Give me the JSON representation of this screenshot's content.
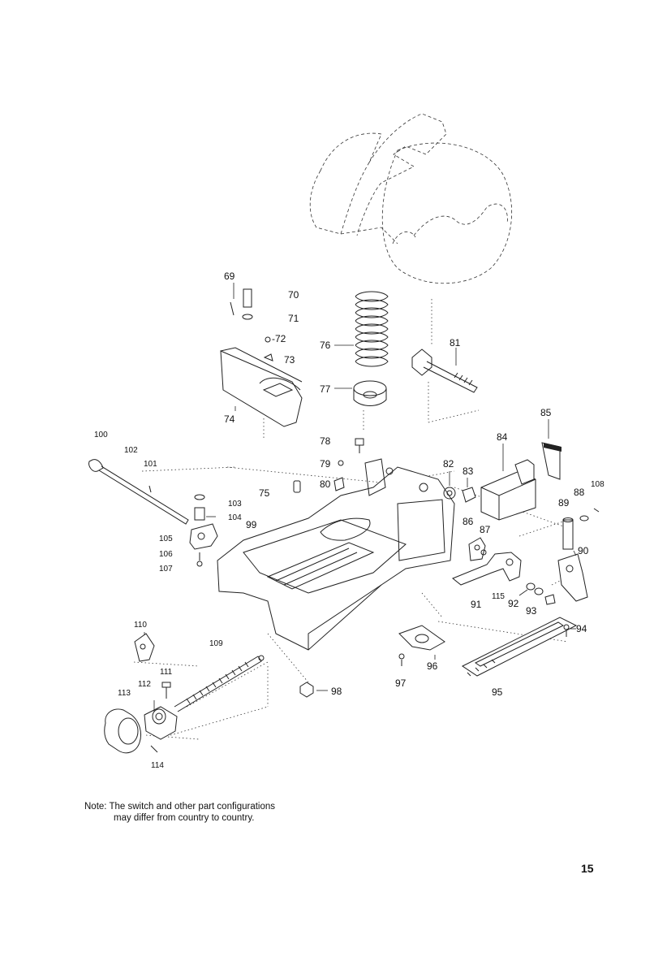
{
  "labels": {
    "l69": "69",
    "l70": "70",
    "l71": "71",
    "l72": "-72",
    "l73": "73",
    "l74": "74",
    "l75": "75",
    "l76": "76",
    "l77": "77",
    "l78": "78",
    "l79": "79",
    "l80": "80",
    "l81": "81",
    "l82": "82",
    "l83": "83",
    "l84": "84",
    "l85": "85",
    "l86": "86",
    "l87": "87",
    "l88": "88",
    "l89": "89",
    "l90": "90",
    "l91": "91",
    "l92": "92",
    "l93": "93",
    "l94": "94",
    "l95": "95",
    "l96": "96",
    "l97": "97",
    "l98": "98",
    "l99": "99",
    "l100": "100",
    "l101": "101",
    "l102": "102",
    "l103": "103",
    "l104": "104",
    "l105": "105",
    "l106": "106",
    "l107": "107",
    "l108": "108",
    "l109": "109",
    "l110": "110",
    "l111": "111",
    "l112": "112",
    "l113": "113",
    "l114": "114",
    "l115": "115"
  },
  "note": {
    "line1": "Note: The switch and other part configurations",
    "line2": "may differ from country to country."
  },
  "page_number": "15"
}
